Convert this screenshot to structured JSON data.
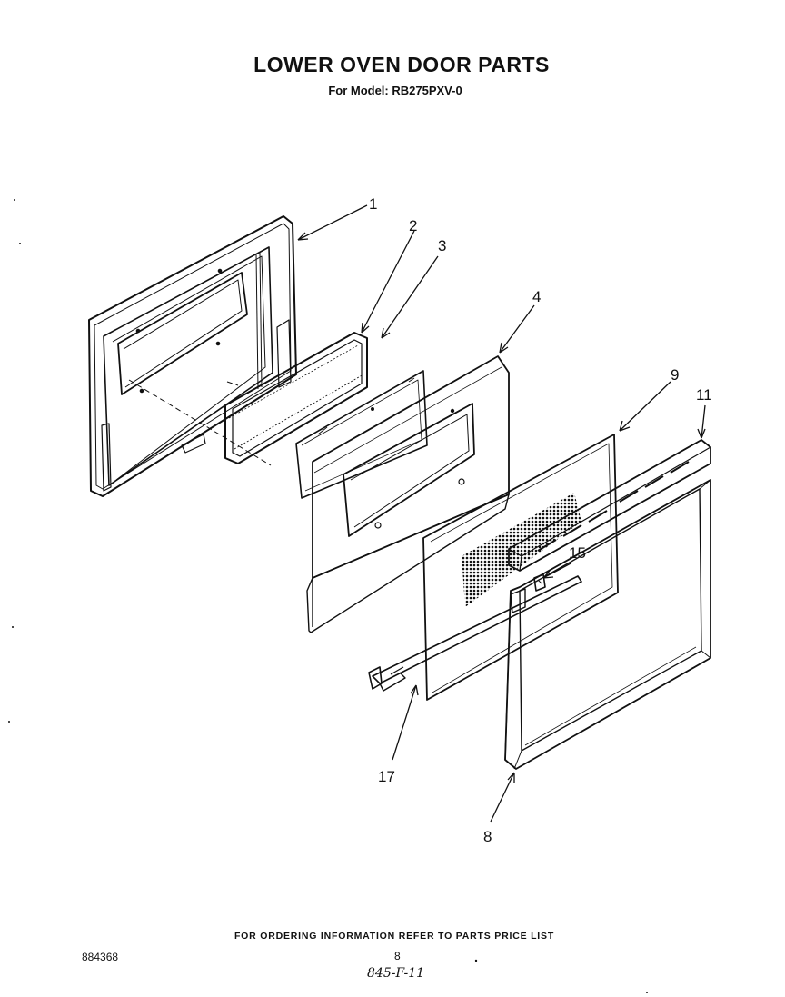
{
  "header": {
    "title": "LOWER OVEN DOOR PARTS",
    "model_line": "For Model: RB275PXV-0"
  },
  "callouts": [
    {
      "part_number": "1"
    },
    {
      "part_number": "2"
    },
    {
      "part_number": "3"
    },
    {
      "part_number": "4"
    },
    {
      "part_number": "9"
    },
    {
      "part_number": "11"
    },
    {
      "part_number": "15"
    },
    {
      "part_number": "17"
    },
    {
      "part_number": "8"
    }
  ],
  "footer": {
    "ordering_note": "FOR ORDERING INFORMATION REFER TO PARTS PRICE LIST",
    "document_number": "884368",
    "page_number": "8",
    "handwritten_code": "845-F-11"
  }
}
